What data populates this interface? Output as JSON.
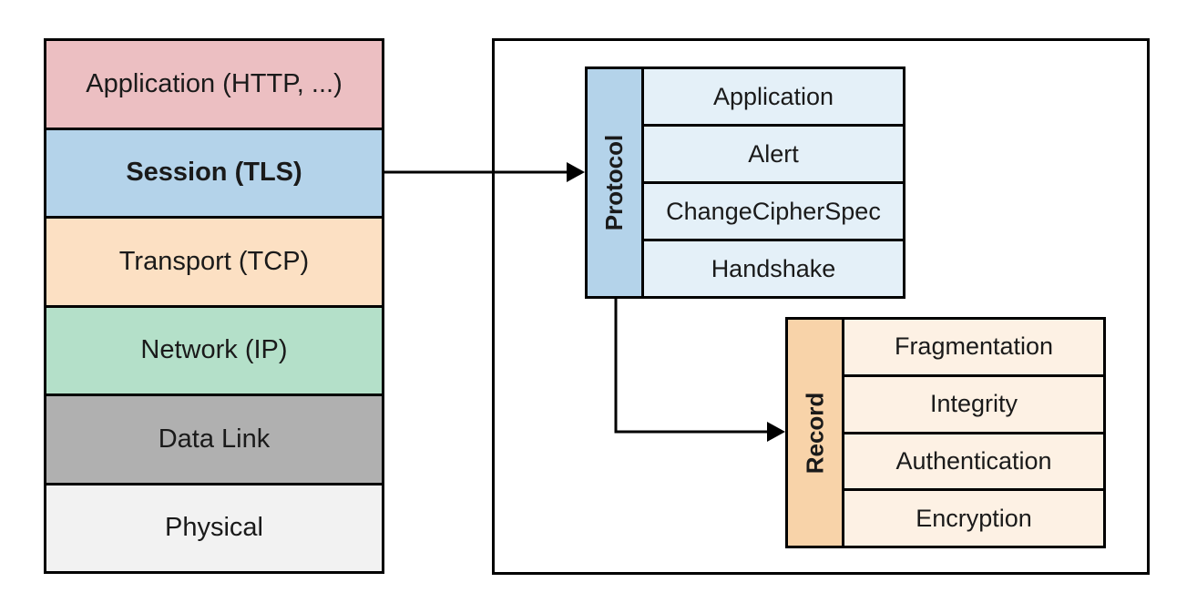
{
  "osi_stack": {
    "layers": [
      {
        "label": "Application (HTTP, ...)",
        "color": "#ecbfc2",
        "bold": false
      },
      {
        "label": "Session (TLS)",
        "color": "#b4d3ea",
        "bold": true
      },
      {
        "label": "Transport (TCP)",
        "color": "#fce0c3",
        "bold": false
      },
      {
        "label": "Network (IP)",
        "color": "#b4e0c9",
        "bold": false
      },
      {
        "label": "Data Link",
        "color": "#b0b0b0",
        "bold": false
      },
      {
        "label": "Physical",
        "color": "#f2f2f2",
        "bold": false
      }
    ]
  },
  "protocol": {
    "title": "Protocol",
    "title_color": "#b4d3ea",
    "row_color": "#e4f0f8",
    "rows": [
      "Application",
      "Alert",
      "ChangeCipherSpec",
      "Handshake"
    ]
  },
  "record": {
    "title": "Record",
    "title_color": "#f8d3a9",
    "row_color": "#fdf1e4",
    "rows": [
      "Fragmentation",
      "Integrity",
      "Authentication",
      "Encryption"
    ]
  }
}
